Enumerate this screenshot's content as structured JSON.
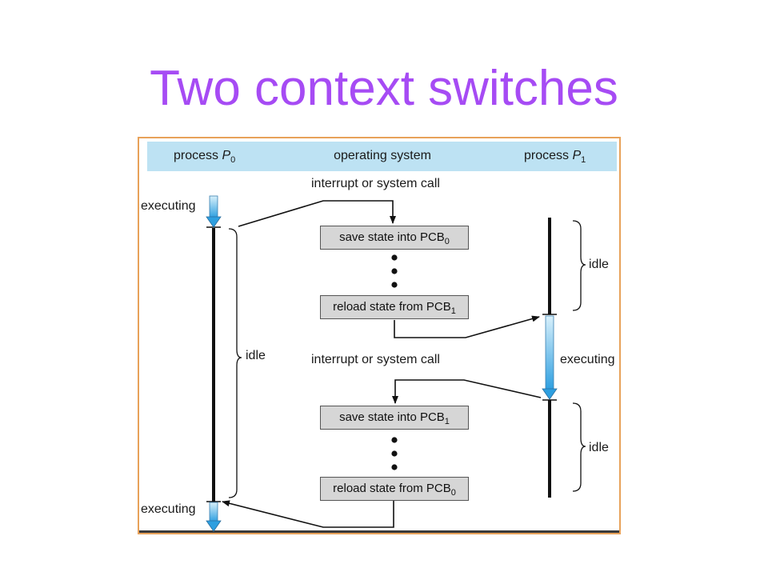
{
  "title": "Two context switches",
  "header": {
    "col_left": {
      "text": "process P",
      "sub": "0"
    },
    "col_center": {
      "text": "operating system"
    },
    "col_right": {
      "text": "process P",
      "sub": "1"
    }
  },
  "labels": {
    "interrupt_top": "interrupt or system call",
    "interrupt_mid": "interrupt or system call",
    "executing_p0_top": "executing",
    "executing_p0_bottom": "executing",
    "executing_p1": "executing",
    "idle_p0": "idle",
    "idle_p1_top": "idle",
    "idle_p1_bottom": "idle"
  },
  "boxes": [
    {
      "text": "save state into PCB",
      "sub": "0"
    },
    {
      "text": "reload state from PCB",
      "sub": "1"
    },
    {
      "text": "save state into PCB",
      "sub": "1"
    },
    {
      "text": "reload state from PCB",
      "sub": "0"
    }
  ],
  "colors": {
    "title": "#a64bf4",
    "header_band": "#bde2f3",
    "frame_border": "#e8a25a",
    "box_fill": "#d6d6d6",
    "executing_arrow": "#3aa8e6"
  }
}
